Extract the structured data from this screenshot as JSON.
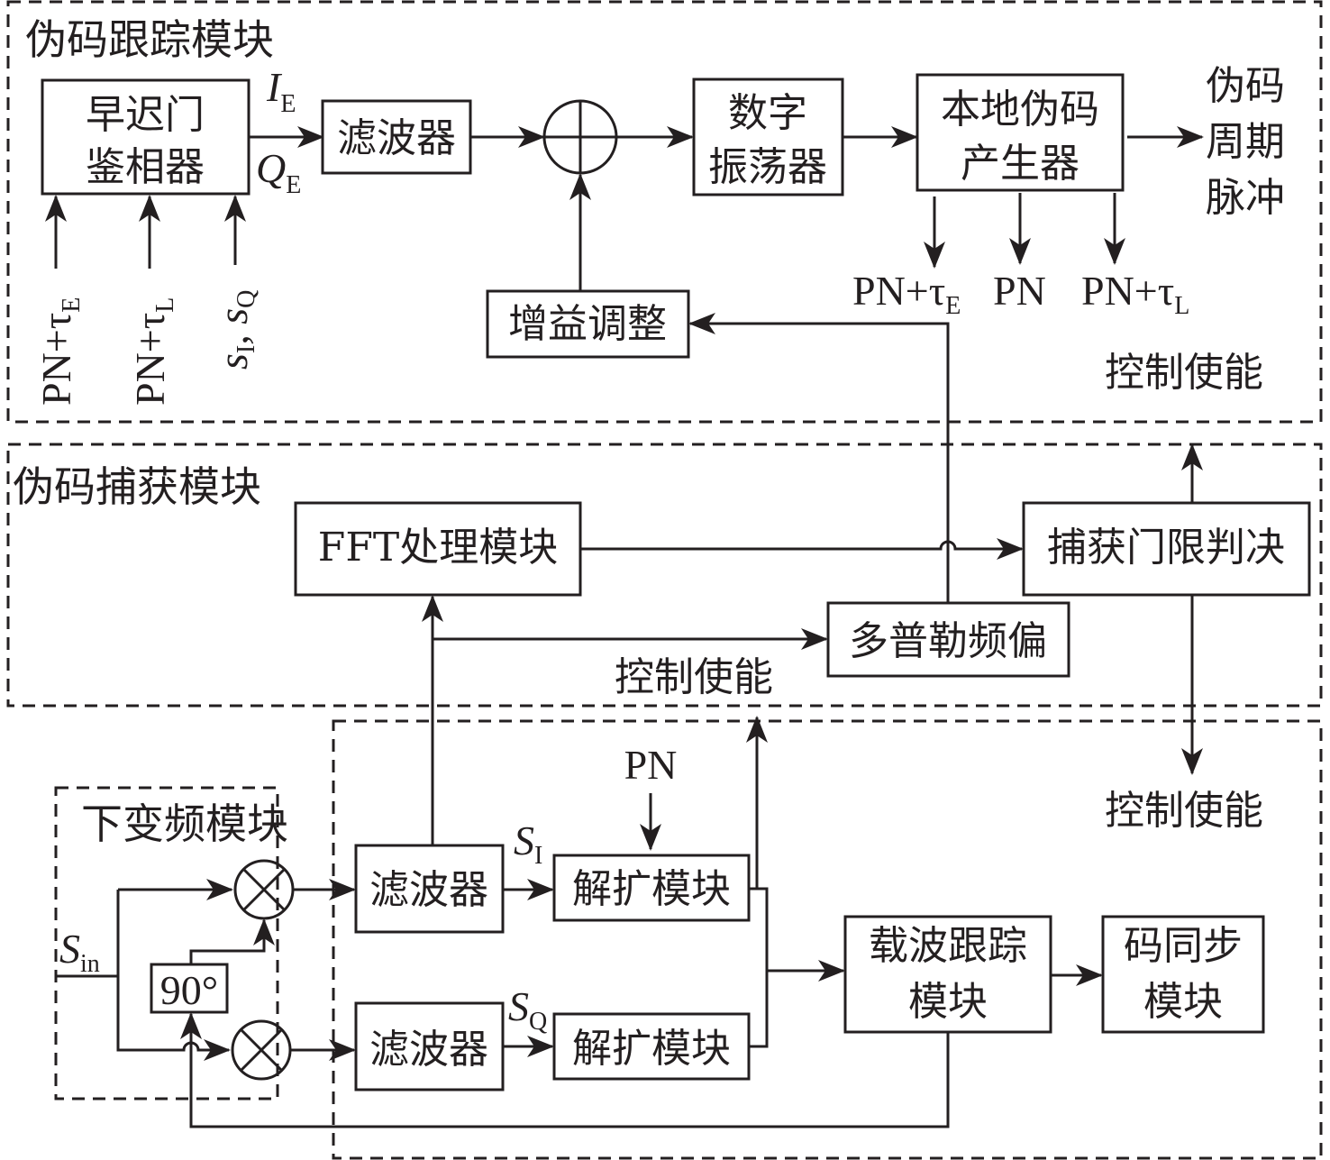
{
  "modules": {
    "tracking": {
      "title": "伪码跟踪模块",
      "early_late_discriminator": [
        "早迟门",
        "鉴相器"
      ],
      "filter": "滤波器",
      "nco": [
        "数字",
        "振荡器"
      ],
      "local_pn_generator": [
        "本地伪码",
        "产生器"
      ],
      "gain_adjust": "增益调整",
      "output_pulse": [
        "伪码",
        "周期",
        "脉冲"
      ],
      "out_IE": {
        "main": "I",
        "sub": "E"
      },
      "out_QE": {
        "main": "Q",
        "sub": "E"
      },
      "inputs": [
        {
          "main": "PN+τ",
          "sub": "E"
        },
        {
          "main": "PN+τ",
          "sub": "L"
        },
        {
          "main": "s",
          "sub1": "I",
          "sep": ", s",
          "sub2": "Q"
        }
      ],
      "generator_outputs": [
        {
          "main": "PN+τ",
          "sub": "E"
        },
        {
          "main": "PN",
          "sub": ""
        },
        {
          "main": "PN+τ",
          "sub": "L"
        }
      ],
      "control_enable": "控制使能"
    },
    "acquisition": {
      "title": "伪码捕获模块",
      "fft": "FFT处理模块",
      "threshold": "捕获门限判决",
      "doppler": "多普勒频偏",
      "control_enable": "控制使能"
    },
    "downconversion": {
      "title": "下变频模块",
      "input": {
        "main": "S",
        "sub": "in"
      },
      "phase_shift": "90°"
    },
    "despreading": {
      "filter_i": "滤波器",
      "filter_q": "滤波器",
      "si": {
        "main": "S",
        "sub": "I"
      },
      "sq": {
        "main": "S",
        "sub": "Q"
      },
      "pn": "PN",
      "despread_i": "解扩模块",
      "despread_q": "解扩模块",
      "carrier_tracking": [
        "载波跟踪",
        "模块"
      ],
      "code_sync": [
        "码同步",
        "模块"
      ],
      "control_enable": "控制使能"
    }
  },
  "icons": {
    "adder": "circle-plus",
    "mixer": "circle-times"
  }
}
